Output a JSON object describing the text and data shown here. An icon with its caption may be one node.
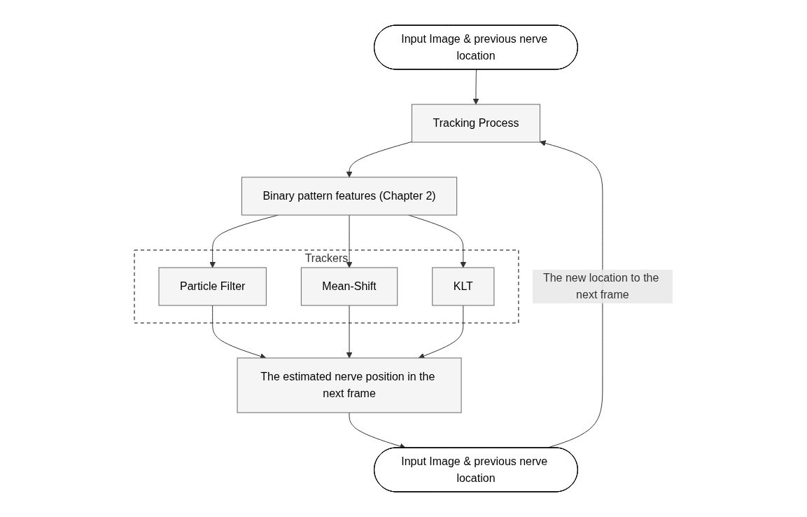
{
  "diagram": {
    "nodes": [
      {
        "text": [
          "Input Image & previous nerve location"
        ]
      },
      {
        "text": [
          "Tracking Process"
        ]
      },
      {
        "text": [
          "Binary pattern features (Chapter 2)"
        ]
      },
      {
        "text": [
          "Trackers"
        ]
      },
      {
        "text": [
          "Particle Filter"
        ],
        "in": 3
      },
      {
        "text": [
          "Mean-Shift"
        ],
        "in": 3
      },
      {
        "text": [
          "KLT"
        ],
        "in": 3
      },
      {
        "text": [
          "The estimated nerve position in the next frame"
        ]
      },
      {
        "text": [
          "Input Image & previous nerve location"
        ]
      }
    ],
    "edges": [
      {
        "from": 0,
        "to": 1,
        "arrow": "to"
      },
      {
        "from": 1,
        "to": 2,
        "arrow": "to"
      },
      {
        "from": 2,
        "to": 4,
        "arrow": "to"
      },
      {
        "from": 2,
        "to": 5,
        "arrow": "to"
      },
      {
        "from": 2,
        "to": 6,
        "arrow": "to"
      },
      {
        "from": 4,
        "to": 7,
        "arrow": "to"
      },
      {
        "from": 5,
        "to": 7,
        "arrow": "to"
      },
      {
        "from": 6,
        "to": 7,
        "arrow": "to"
      },
      {
        "from": 7,
        "to": 8,
        "arrow": "to"
      },
      {
        "from": 8,
        "to": 1,
        "arrow": "to",
        "label": "The new location to the next frame"
      }
    ]
  }
}
